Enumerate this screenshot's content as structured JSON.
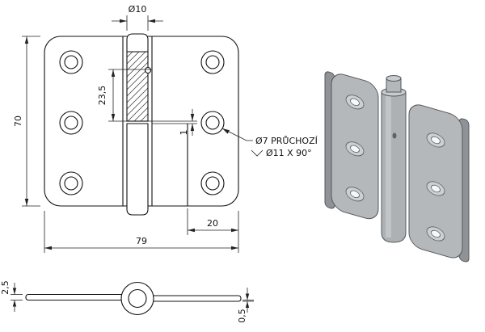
{
  "front_view": {
    "dim_pin_diameter": "Ø10",
    "dim_pin_depth": "23,5",
    "dim_step": "1",
    "dim_height": "70",
    "dim_width": "79",
    "dim_edge_offset": "20",
    "hole_note_line1": "Ø7 PRŮCHOZÍ",
    "hole_note_line2": "Ø11 X 90°"
  },
  "bottom_view": {
    "dim_thickness": "2,5",
    "dim_leaf_offset": "0,5"
  }
}
